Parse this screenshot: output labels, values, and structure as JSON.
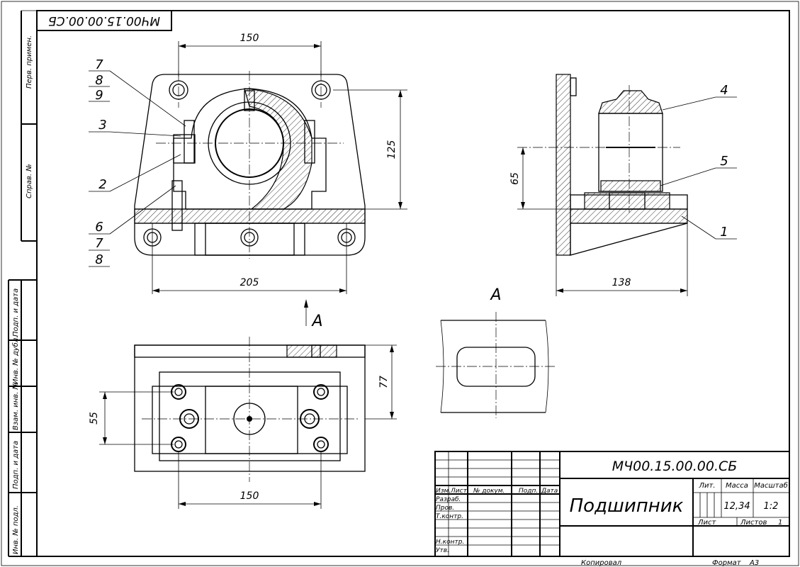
{
  "drawing": {
    "code_top": "МЧ00.15.00.00.СБ",
    "code_title": "МЧ00.15.00.00.СБ",
    "name": "Подшипник",
    "view_label_plan": "А",
    "view_label_detail": "А"
  },
  "dimensions": {
    "front_top_width": "150",
    "front_height": "125",
    "front_bottom_width": "205",
    "side_height": "65",
    "side_width": "138",
    "plan_height": "77",
    "plan_left": "55",
    "plan_bottom_width": "150"
  },
  "leaders": {
    "l7a": "7",
    "l8a": "8",
    "l9": "9",
    "l3": "3",
    "l2": "2",
    "l6": "6",
    "l7b": "7",
    "l8b": "8",
    "l4": "4",
    "l5": "5",
    "l1": "1"
  },
  "side_strip": {
    "perv_primen": "Перв. примен.",
    "sprav": "Справ. №",
    "podp_data_1": "Подп. и дата",
    "inv_dubl": "Инв. № дубл.",
    "vzam_inv": "Взам. инв. №",
    "podp_data_2": "Подп. и дата",
    "inv_podl": "Инв. № подл."
  },
  "title_block": {
    "izm": "Изм.",
    "list": "Лист",
    "n_dokum": "№ докум.",
    "podp": "Подп.",
    "data": "Дата",
    "razrab": "Разраб.",
    "prov": "Пров.",
    "tkontr": "Т.контр.",
    "nkontr": "Н.контр.",
    "utv": "Утв.",
    "lit": "Лит.",
    "massa": "Масса",
    "masshtab": "Масштаб",
    "massa_value": "12,34",
    "masshtab_value": "1:2",
    "list_label": "Лист",
    "listov_label": "Листов",
    "listov_value": "1",
    "kopiroval": "Копировал",
    "format": "Формат",
    "format_value": "А3"
  }
}
